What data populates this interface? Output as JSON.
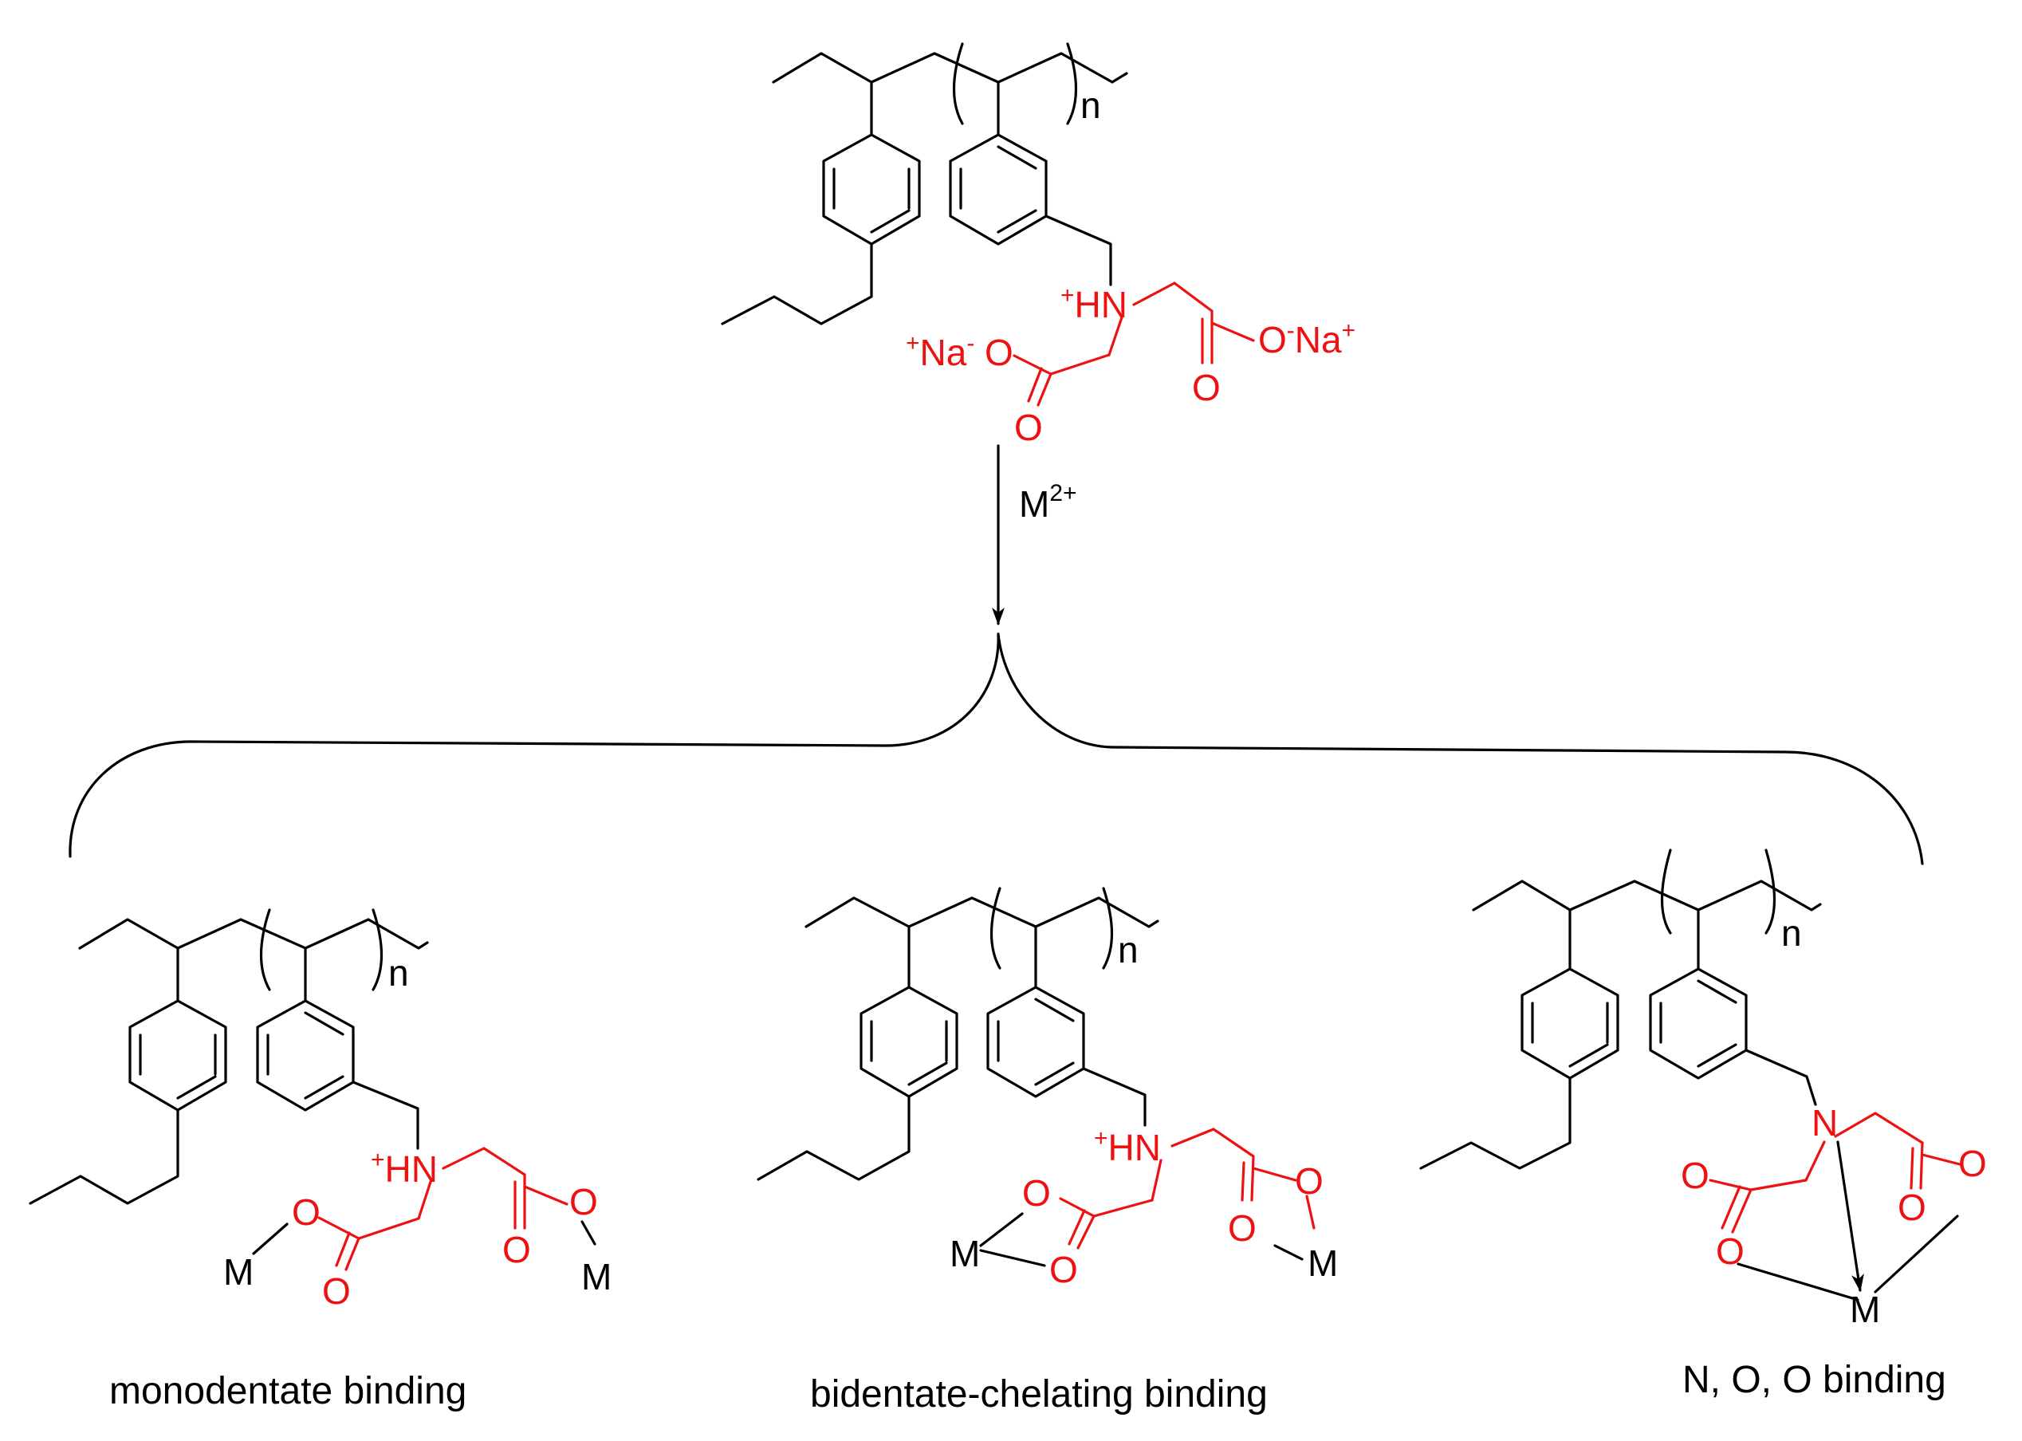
{
  "colors": {
    "bond": "#000000",
    "ligand": "#ee1111",
    "background": "#ffffff"
  },
  "reagent": {
    "metal_symbol": "M",
    "metal_charge": "2+"
  },
  "labels": {
    "repeat_subscript": "n",
    "sodium": "Na",
    "oxygen": "O",
    "nitrogen": "N",
    "ammonium": "HN",
    "metal": "M",
    "plus": "+",
    "minus": "-"
  },
  "binding_modes": [
    {
      "caption": "monodentate binding"
    },
    {
      "caption": "bidentate-chelating binding"
    },
    {
      "caption": "N, O, O binding"
    }
  ]
}
